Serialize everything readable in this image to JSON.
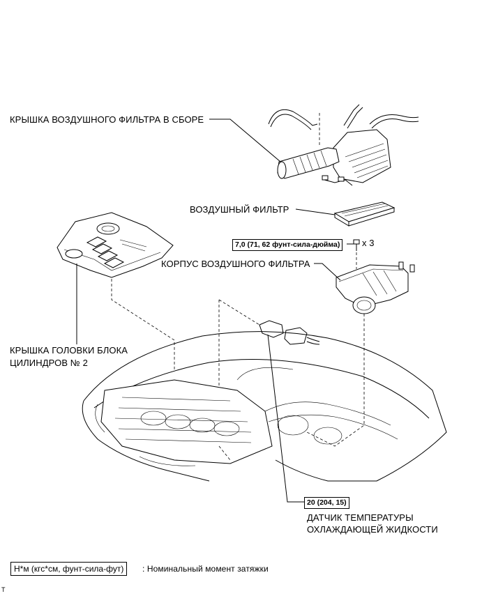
{
  "labels": {
    "air_cleaner_cap": "КРЫШКА ВОЗДУШНОГО ФИЛЬТРА В СБОРЕ",
    "air_filter": "ВОЗДУШНЫЙ ФИЛЬТР",
    "air_cleaner_case": "КОРПУС ВОЗДУШНОГО ФИЛЬТРА",
    "head_cover_line1": "КРЫШКА ГОЛОВКИ БЛОКА",
    "head_cover_line2": "ЦИЛИНДРОВ № 2",
    "coolant_sensor_line1": "ДАТЧИК ТЕМПЕРАТУРЫ",
    "coolant_sensor_line2": "ОХЛАЖДАЮЩЕЙ ЖИДКОСТИ"
  },
  "torque": {
    "case_bolt": "7,0 (71, 62 фунт-сила-дюйма)",
    "case_bolt_qty": "x 3",
    "sensor": "20 (204, 15)"
  },
  "legend": {
    "unit_box": "Н*м (кгс*см, фунт-сила-фут)",
    "description": ": Номинальный момент затяжки"
  },
  "corner_mark": "T",
  "icons": {
    "bolt": "bolt-icon"
  }
}
